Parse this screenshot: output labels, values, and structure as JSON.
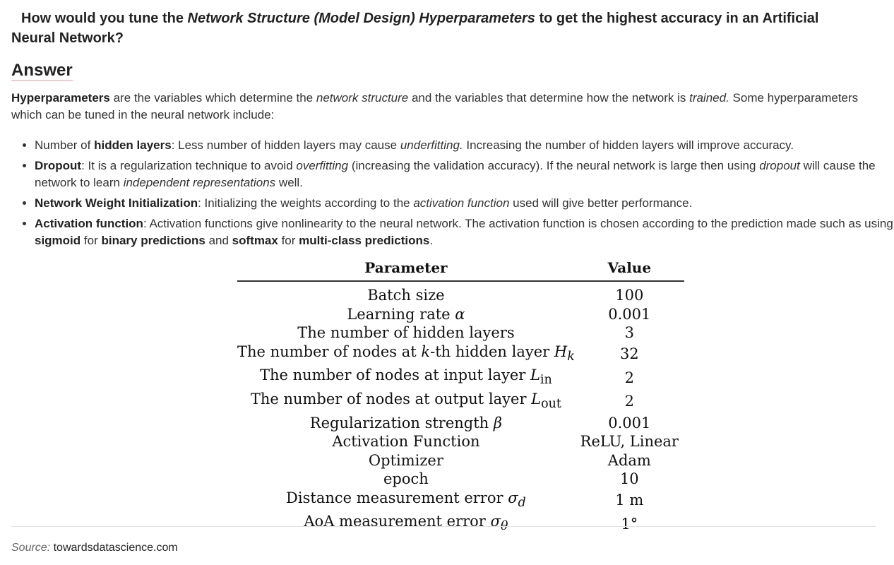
{
  "question": {
    "prefix": "How would you tune the ",
    "emphasis": "Network Structure (Model Design) Hyperparameters",
    "suffix": " to get the highest accuracy in an Artificial Neural Network?"
  },
  "answer_heading": "Answer",
  "intro": {
    "term": "Hyperparameters",
    "text1": " are the variables which determine the ",
    "em1": "network structure",
    "text2": " and the variables that determine how the network is ",
    "em2": "trained.",
    "text3": " Some hyperparameters which can be tuned in the neural network include:"
  },
  "points": {
    "p1": {
      "a": "Number of ",
      "b": "hidden layers",
      "c": ": Less number of hidden layers may cause ",
      "em": "underfitting.",
      "d": " Increasing the number of hidden layers will improve accuracy."
    },
    "p2": {
      "term": "Dropout",
      "a": ": It is a regularization technique to avoid ",
      "em1": "overfitting",
      "b": " (increasing the validation accuracy). If the neural network is large then using ",
      "em2": "dropout",
      "c": " will cause the network to learn ",
      "em3": "independent representations",
      "d": " well."
    },
    "p3": {
      "term": "Network Weight Initialization",
      "a": ": Initializing the weights according to the ",
      "em": "activation function",
      "b": " used will give better performance."
    },
    "p4": {
      "term": "Activation function",
      "a": ": Activation functions give nonlinearity to the neural network. The activation function is chosen according to the prediction made such as using ",
      "b1": "sigmoid",
      "c": " for ",
      "b2": "binary predictions",
      "d": " and ",
      "b3": "softmax",
      "e": " for ",
      "b4": "multi-class predictions",
      "f": "."
    }
  },
  "table": {
    "headers": {
      "parameter": "Parameter",
      "value": "Value"
    },
    "rows": [
      {
        "label": "Batch size",
        "value": "100"
      },
      {
        "label": "Learning rate ",
        "sym": "α",
        "value": "0.001"
      },
      {
        "label": "The number of hidden layers",
        "value": "3"
      },
      {
        "label": "The number of nodes at ",
        "em": "k",
        "label2": "-th hidden layer ",
        "sym": "H",
        "sub": "k",
        "value": "32"
      },
      {
        "label": "The number of nodes at input layer ",
        "sym": "L",
        "sub": "in",
        "value": "2"
      },
      {
        "label": "The number of nodes at output layer ",
        "sym": "L",
        "sub": "out",
        "value": "2"
      },
      {
        "label": "Regularization strength ",
        "sym": "β",
        "value": "0.001"
      },
      {
        "label": "Activation Function",
        "value": "ReLU, Linear"
      },
      {
        "label": "Optimizer",
        "value": "Adam"
      },
      {
        "label": "epoch",
        "value": "10"
      },
      {
        "label": "Distance measurement error ",
        "sym": "σ",
        "sub": "d",
        "value": "1 m"
      },
      {
        "label": "AoA measurement error ",
        "sym": "σ",
        "sub": "θ",
        "value": "1°"
      }
    ]
  },
  "source": {
    "label": "Source:",
    "site": "towardsdatascience.com"
  }
}
